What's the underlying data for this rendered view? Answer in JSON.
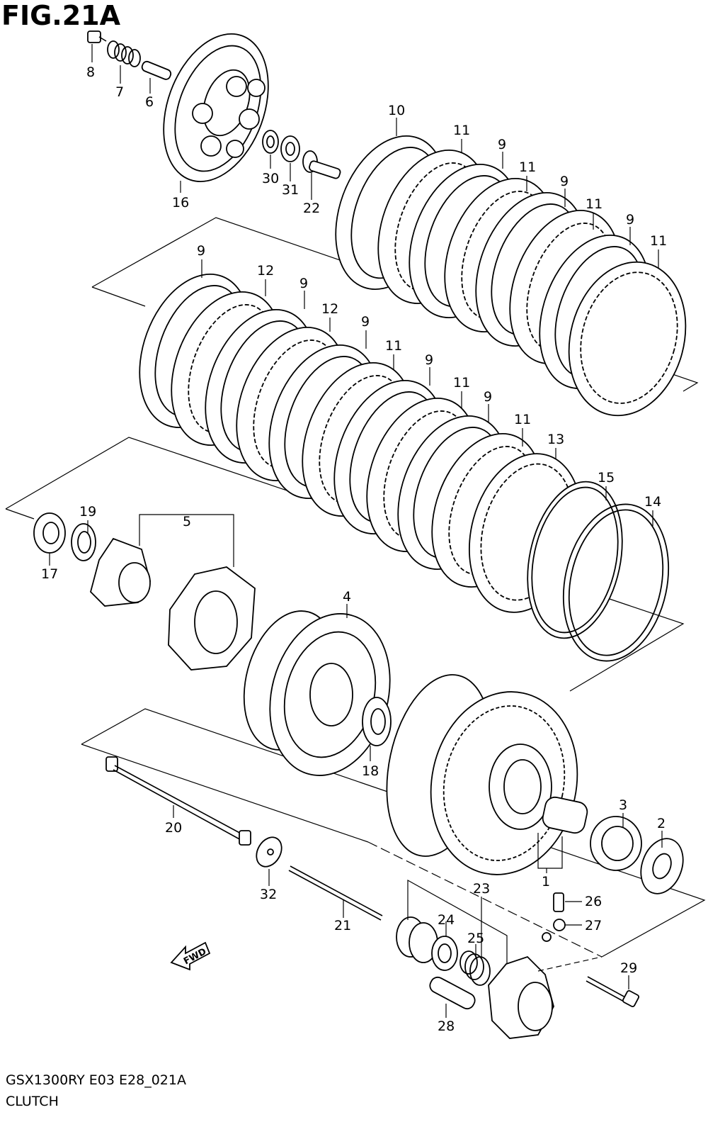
{
  "figure": {
    "title": "FIG.21A",
    "model_code": "GSX1300RY E03 E28_021A",
    "section_name": "CLUTCH",
    "fwd_label": "FWD"
  },
  "callouts": [
    {
      "id": "c8",
      "label": "8"
    },
    {
      "id": "c7",
      "label": "7"
    },
    {
      "id": "c6",
      "label": "6"
    },
    {
      "id": "c16",
      "label": "16"
    },
    {
      "id": "c30",
      "label": "30"
    },
    {
      "id": "c31",
      "label": "31"
    },
    {
      "id": "c22",
      "label": "22"
    },
    {
      "id": "c10",
      "label": "10"
    },
    {
      "id": "c11a",
      "label": "11"
    },
    {
      "id": "c9a",
      "label": "9"
    },
    {
      "id": "c11b",
      "label": "11"
    },
    {
      "id": "c9b",
      "label": "9"
    },
    {
      "id": "c11c",
      "label": "11"
    },
    {
      "id": "c9c",
      "label": "9"
    },
    {
      "id": "c11d",
      "label": "11"
    },
    {
      "id": "c9d",
      "label": "9"
    },
    {
      "id": "c12a",
      "label": "12"
    },
    {
      "id": "c9e",
      "label": "9"
    },
    {
      "id": "c12b",
      "label": "12"
    },
    {
      "id": "c9f",
      "label": "9"
    },
    {
      "id": "c11e",
      "label": "11"
    },
    {
      "id": "c9g",
      "label": "9"
    },
    {
      "id": "c11f",
      "label": "11"
    },
    {
      "id": "c9h",
      "label": "9"
    },
    {
      "id": "c11g",
      "label": "11"
    },
    {
      "id": "c13",
      "label": "13"
    },
    {
      "id": "c15",
      "label": "15"
    },
    {
      "id": "c14",
      "label": "14"
    },
    {
      "id": "c19",
      "label": "19"
    },
    {
      "id": "c5",
      "label": "5"
    },
    {
      "id": "c17",
      "label": "17"
    },
    {
      "id": "c4",
      "label": "4"
    },
    {
      "id": "c18",
      "label": "18"
    },
    {
      "id": "c20",
      "label": "20"
    },
    {
      "id": "c3",
      "label": "3"
    },
    {
      "id": "c2",
      "label": "2"
    },
    {
      "id": "c1",
      "label": "1"
    },
    {
      "id": "c23",
      "label": "23"
    },
    {
      "id": "c32",
      "label": "32"
    },
    {
      "id": "c26",
      "label": "26"
    },
    {
      "id": "c24",
      "label": "24"
    },
    {
      "id": "c27",
      "label": "27"
    },
    {
      "id": "c21",
      "label": "21"
    },
    {
      "id": "c25",
      "label": "25"
    },
    {
      "id": "c29",
      "label": "29"
    },
    {
      "id": "c28",
      "label": "28"
    }
  ]
}
